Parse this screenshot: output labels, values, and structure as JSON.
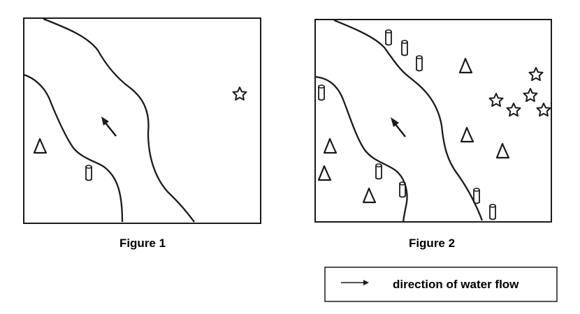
{
  "figures": [
    {
      "caption": "Figure 1"
    },
    {
      "caption": "Figure 2"
    }
  ],
  "legend": {
    "arrow_icon": "arrow-right-icon",
    "label": "direction of water flow"
  },
  "symbols": {
    "star": "star-icon",
    "triangle": "triangle-icon",
    "cylinder": "cylinder-icon"
  },
  "stroke_color": "#1a1a1a"
}
